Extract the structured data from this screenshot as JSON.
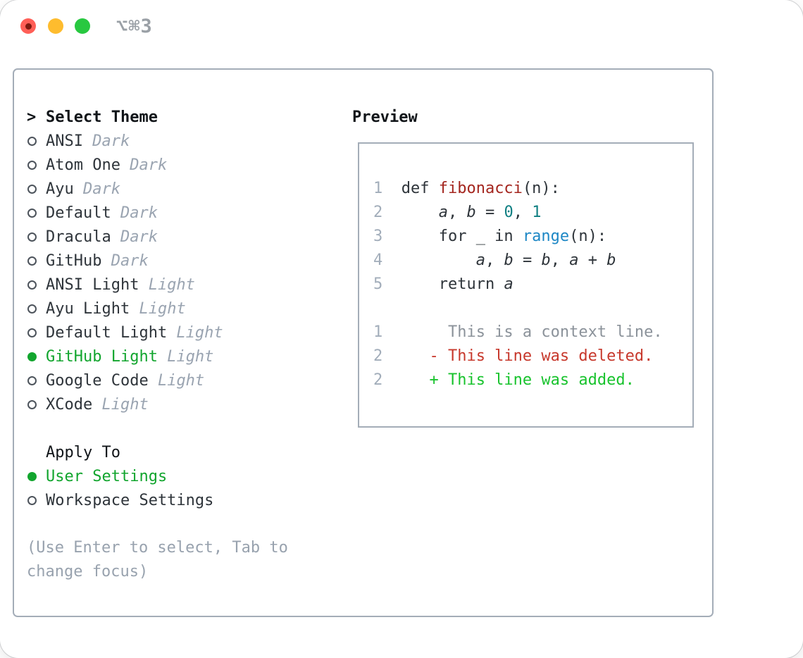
{
  "window": {
    "title": "⌥⌘3"
  },
  "titlebar": {
    "lights": [
      "close",
      "minimize",
      "zoom"
    ]
  },
  "theme_list": {
    "prompt": ">",
    "header": "Select Theme",
    "items": [
      {
        "name": "ANSI",
        "variant": "Dark",
        "selected": false
      },
      {
        "name": "Atom One",
        "variant": "Dark",
        "selected": false
      },
      {
        "name": "Ayu",
        "variant": "Dark",
        "selected": false
      },
      {
        "name": "Default",
        "variant": "Dark",
        "selected": false
      },
      {
        "name": "Dracula",
        "variant": "Dark",
        "selected": false
      },
      {
        "name": "GitHub",
        "variant": "Dark",
        "selected": false
      },
      {
        "name": "ANSI Light",
        "variant": "Light",
        "selected": false
      },
      {
        "name": "Ayu Light",
        "variant": "Light",
        "selected": false
      },
      {
        "name": "Default Light",
        "variant": "Light",
        "selected": false
      },
      {
        "name": "GitHub Light",
        "variant": "Light",
        "selected": true
      },
      {
        "name": "Google Code",
        "variant": "Light",
        "selected": false
      },
      {
        "name": "XCode",
        "variant": "Light",
        "selected": false
      }
    ]
  },
  "apply_to": {
    "header": "Apply To",
    "options": [
      {
        "name": "User Settings",
        "selected": true
      },
      {
        "name": "Workspace Settings",
        "selected": false
      }
    ]
  },
  "hint": "(Use Enter to select, Tab to\nchange focus)",
  "preview": {
    "header": "Preview",
    "code_lines": [
      {
        "num": "1",
        "tokens": [
          {
            "t": "def ",
            "c": "text"
          },
          {
            "t": "fibonacci",
            "c": "func"
          },
          {
            "t": "(n):",
            "c": "text"
          }
        ]
      },
      {
        "num": "2",
        "tokens": [
          {
            "t": "    ",
            "c": "text"
          },
          {
            "t": "a",
            "c": "var"
          },
          {
            "t": ", ",
            "c": "text"
          },
          {
            "t": "b",
            "c": "var"
          },
          {
            "t": " = ",
            "c": "text"
          },
          {
            "t": "0",
            "c": "num"
          },
          {
            "t": ", ",
            "c": "text"
          },
          {
            "t": "1",
            "c": "num"
          }
        ]
      },
      {
        "num": "3",
        "tokens": [
          {
            "t": "    for _ in ",
            "c": "text"
          },
          {
            "t": "range",
            "c": "builtin"
          },
          {
            "t": "(n):",
            "c": "text"
          }
        ]
      },
      {
        "num": "4",
        "tokens": [
          {
            "t": "        ",
            "c": "text"
          },
          {
            "t": "a",
            "c": "var"
          },
          {
            "t": ", ",
            "c": "text"
          },
          {
            "t": "b",
            "c": "var"
          },
          {
            "t": " = ",
            "c": "text"
          },
          {
            "t": "b",
            "c": "var"
          },
          {
            "t": ", ",
            "c": "text"
          },
          {
            "t": "a",
            "c": "var"
          },
          {
            "t": " + ",
            "c": "text"
          },
          {
            "t": "b",
            "c": "var"
          }
        ]
      },
      {
        "num": "5",
        "tokens": [
          {
            "t": "    return ",
            "c": "text"
          },
          {
            "t": "a",
            "c": "var"
          }
        ]
      },
      {
        "num": "",
        "tokens": []
      },
      {
        "num": "1",
        "tokens": [
          {
            "t": "     This is a context line.",
            "c": "context"
          }
        ]
      },
      {
        "num": "2",
        "tokens": [
          {
            "t": "   - This line was deleted.",
            "c": "deleted"
          }
        ]
      },
      {
        "num": "2",
        "tokens": [
          {
            "t": "   + This line was added.",
            "c": "added"
          }
        ]
      }
    ]
  },
  "colors": {
    "text": "#2e343a",
    "heading": "#111519",
    "muted": "#9aa4b1",
    "hint": "#98a2ae",
    "lineno": "#a2adba",
    "context": "#8b929a",
    "green": "#12a52e",
    "added-green": "#18c32d",
    "deleted-red": "#c7382c",
    "func-red": "#a4261f",
    "number-teal": "#0f7f82",
    "builtin-blue": "#1d87c5",
    "panel-border": "#a4adb8",
    "circle-outline": "#4d545c",
    "light-red": "#ff5f57",
    "light-yellow": "#febc2e",
    "light-green": "#28c840",
    "title-gray": "#9aa0a6"
  }
}
